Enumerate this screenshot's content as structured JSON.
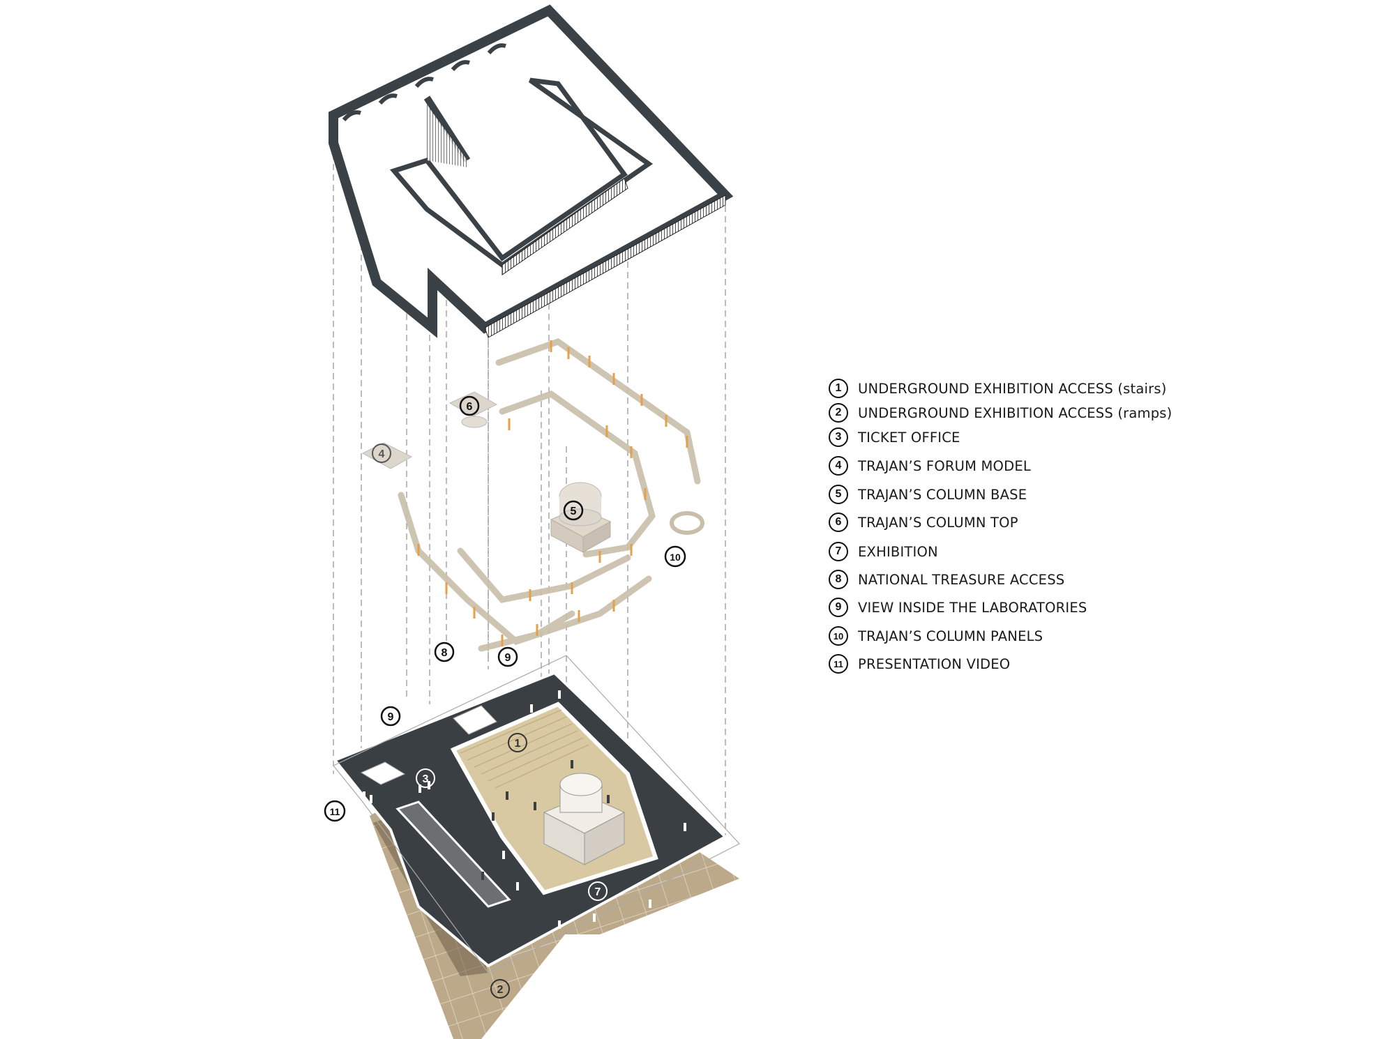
{
  "legend": {
    "items": [
      {
        "num": "1",
        "label": "UNDERGROUND EXHIBITION ACCESS (stairs)"
      },
      {
        "num": "2",
        "label": "UNDERGROUND EXHIBITION ACCESS (ramps)"
      },
      {
        "num": "3",
        "label": "TICKET OFFICE"
      },
      {
        "num": "4",
        "label": "TRAJAN’S FORUM MODEL"
      },
      {
        "num": "5",
        "label": "TRAJAN’S COLUMN BASE"
      },
      {
        "num": "6",
        "label": "TRAJAN’S COLUMN TOP"
      },
      {
        "num": "7",
        "label": "EXHIBITION"
      },
      {
        "num": "8",
        "label": "NATIONAL TREASURE ACCESS"
      },
      {
        "num": "9",
        "label": "VIEW INSIDE THE LABORATORIES"
      },
      {
        "num": "10",
        "label": "TRAJAN’S COLUMN PANELS"
      },
      {
        "num": "11",
        "label": "PRESENTATION VIDEO"
      }
    ]
  },
  "markers": {
    "m1": "1",
    "m2": "2",
    "m3": "3",
    "m4": "4",
    "m5": "5",
    "m6": "6",
    "m7": "7",
    "m8": "8",
    "m9a": "9",
    "m9b": "9",
    "m10": "10",
    "m11": "11"
  },
  "colors": {
    "roof": "#3b4247",
    "floor_dark": "#3a3f44",
    "sand": "#d9c9a3",
    "ramp": "#6b5d47",
    "panel_warm": "#e6a04a",
    "line": "#111111"
  }
}
